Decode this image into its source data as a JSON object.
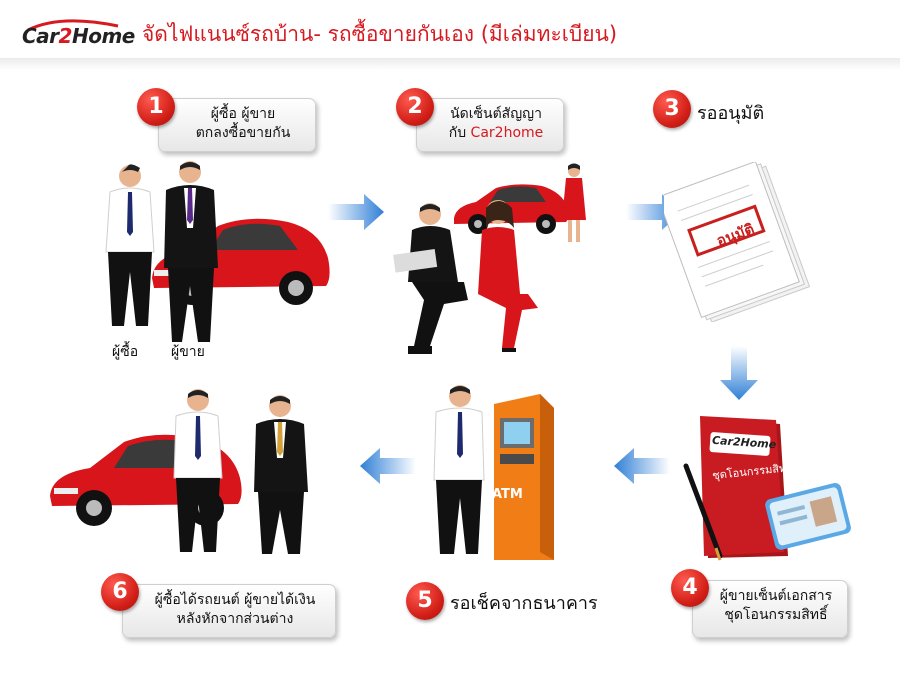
{
  "header": {
    "logo_part1": "Car",
    "logo_part2": "2",
    "logo_part3": "Home",
    "title": "จัดไฟแนนซ์รถบ้าน- รถซื้อขายกันเอง (มีเล่มทะเบียน)"
  },
  "steps": [
    {
      "number": "1",
      "line1": "ผู้ซื้อ ผู้ขาย",
      "line2": "ตกลงซื้อขายกัน"
    },
    {
      "number": "2",
      "line1": "นัดเซ็นต์สัญญา",
      "line2_prefix": "กับ ",
      "line2_brand": "Car2home"
    },
    {
      "number": "3",
      "label": "รออนุมัติ"
    },
    {
      "number": "4",
      "line1": "ผู้ขายเซ็นต์เอกสาร",
      "line2": "ชุดโอนกรรมสิทธิ์"
    },
    {
      "number": "5",
      "label": "รอเช็คจากธนาคาร"
    },
    {
      "number": "6",
      "line1": "ผู้ซื้อได้รถยนต์ ผู้ขายได้เงิน",
      "line2": "หลังหักจากส่วนต่าง"
    }
  ],
  "captions": {
    "buyer": "ผู้ซื้อ",
    "seller": "ผู้ขาย"
  },
  "props": {
    "approval_stamp": "อนุมัติ",
    "folder_logo": "Car2Home",
    "folder_text": "ชุดโอนกรรมสิทธิ์",
    "atm_label": "ATM"
  },
  "colors": {
    "brand_red": "#d71920",
    "arrow_blue": "#2f7fd6",
    "atm_orange": "#f07d16"
  }
}
